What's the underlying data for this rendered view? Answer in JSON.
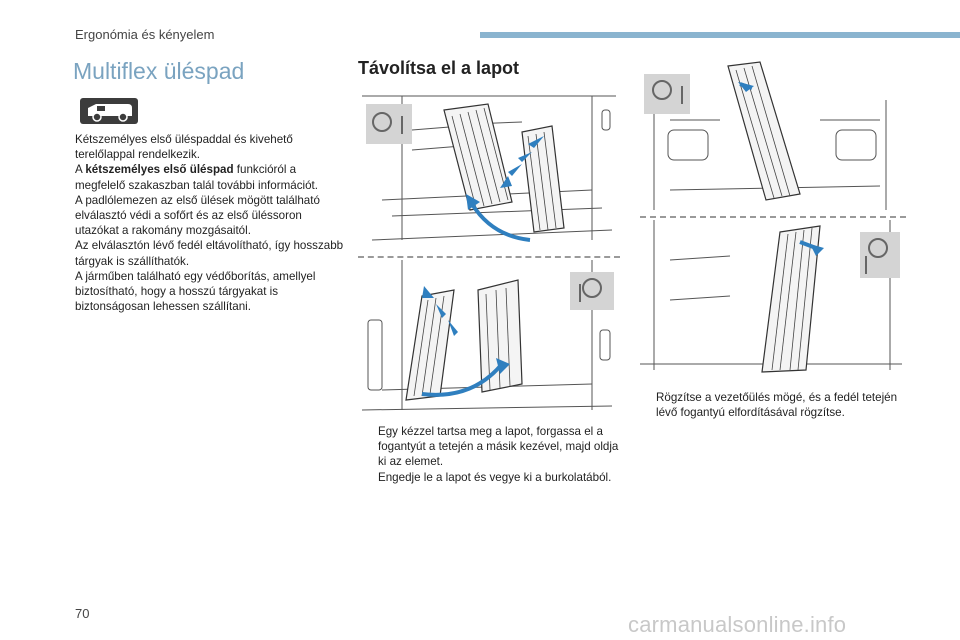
{
  "header": {
    "chapter": "Ergonómia és kényelem"
  },
  "section": {
    "title": "Multiflex üléspad",
    "icon": "van-icon",
    "paragraphs": [
      {
        "text": "Kétszemélyes első üléspaddal és kivehető terelőlappal rendelkezik."
      },
      {
        "prefix": "A ",
        "bold": "kétszemélyes első üléspad",
        "suffix": " funkcióról a megfelelő szakaszban talál további információt."
      },
      {
        "text": "A padlólemezen az első ülések mögött található elválasztó védi a sofőrt és az első üléssoron utazókat a rakomány mozgásaitól."
      },
      {
        "text": "Az elválasztón lévő fedél eltávolítható, így hosszabb tárgyak is szállíthatók."
      },
      {
        "text": "A járműben található egy védőborítás, amellyel biztosítható, hogy a hosszú tárgyakat is biztonságosan lehessen szállítani."
      }
    ]
  },
  "removal": {
    "title": "Távolítsa el a lapot",
    "steps_left": [
      "Egy kézzel tartsa meg a lapot, forgassa el a fogantyút a tetején a másik kezével, majd oldja ki az elemet.",
      "Engedje le a lapot és vegye ki a burkolatából."
    ],
    "steps_right": [
      "Rögzítse a vezetőülés mögé, és a fedél tetején lévő fogantyú elfordításával rögzítse."
    ],
    "bullet_glyph": "",
    "steering_icon": "steering-wheel-icon",
    "accent_color": "#2f7fbf"
  },
  "footer": {
    "page_number": "70",
    "watermark": "carmanualsonline.info"
  }
}
